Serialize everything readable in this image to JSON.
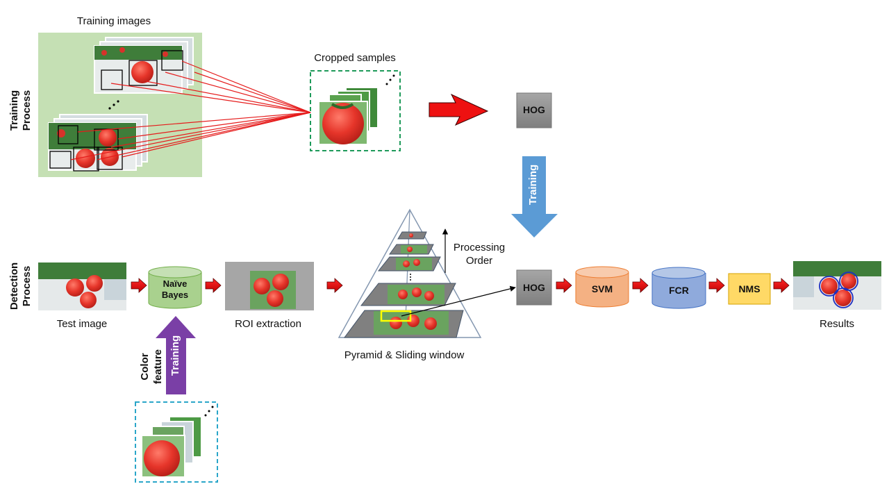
{
  "sections": {
    "training": "Training Process",
    "detection": "Detection Process"
  },
  "labels": {
    "training_images": "Training images",
    "cropped_samples": "Cropped samples",
    "test_image": "Test image",
    "roi_extraction": "ROI extraction",
    "pyramid": "Pyramid & Sliding window",
    "processing_order_1": "Processing",
    "processing_order_2": "Order",
    "results": "Results",
    "color_feature_1": "Color",
    "color_feature_2": "feature",
    "training_arrow_blue": "Training",
    "training_arrow_purple": "Training",
    "ellipsis": "…"
  },
  "blocks": {
    "hog_top": "HOG",
    "hog_bottom": "HOG",
    "naive_bayes_1": "Naïve",
    "naive_bayes_2": "Bayes",
    "svm": "SVM",
    "fcr": "FCR",
    "nms": "NMS"
  },
  "colors": {
    "training_panel": "#c5e0b4",
    "cropped_border": "#1e9a5a",
    "color_samples_border": "#2aa6c9",
    "red_arrow": "#ee1111",
    "blue_arrow": "#5b9bd5",
    "purple_arrow": "#7a3fa6",
    "hog": "#8c8c8c",
    "naive_bayes": "#a9d18e",
    "svm": "#f4b183",
    "fcr": "#8faadc",
    "nms": "#ffd966"
  }
}
